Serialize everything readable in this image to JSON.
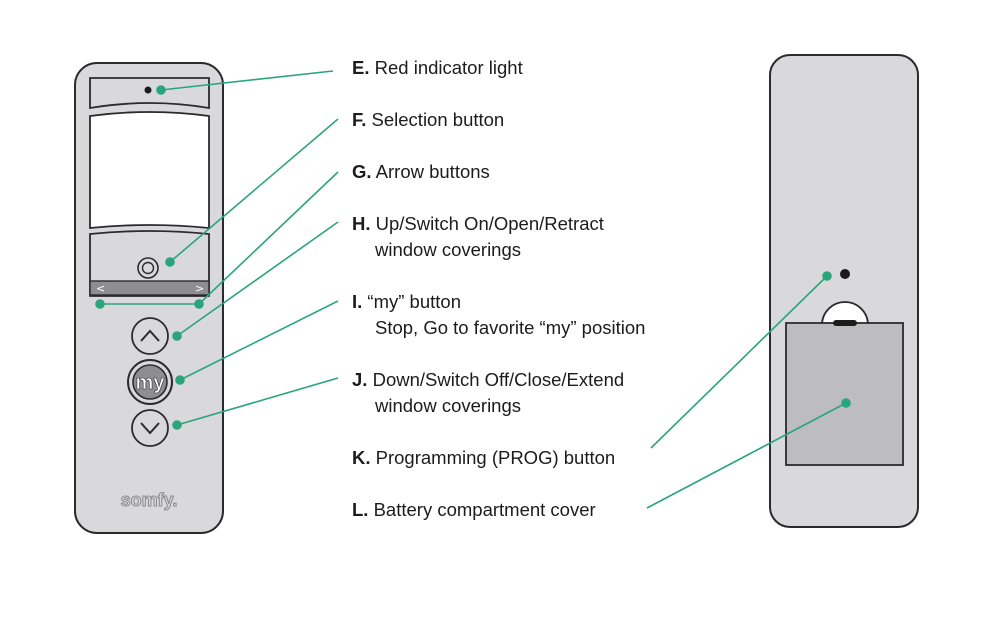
{
  "callouts": {
    "e": {
      "letter": "E.",
      "text": "Red indicator light"
    },
    "f": {
      "letter": "F.",
      "text": "Selection button"
    },
    "g": {
      "letter": "G.",
      "text": "Arrow buttons"
    },
    "h": {
      "letter": "H.",
      "text": "Up/Switch On/Open/Retract",
      "text2": "window coverings"
    },
    "i": {
      "letter": "I.",
      "text": "“my” button",
      "text2": "Stop, Go to favorite “my” position"
    },
    "j": {
      "letter": "J.",
      "text": "Down/Switch Off/Close/Extend",
      "text2": "window coverings"
    },
    "k": {
      "letter": "K.",
      "text": "Programming (PROG) button"
    },
    "l": {
      "letter": "L.",
      "text": "Battery compartment cover"
    }
  },
  "remote_front": {
    "brand": "somfy.",
    "my_label": "my",
    "left_arrow": "<",
    "right_arrow": ">"
  },
  "colors": {
    "leader_line": "#2aa57a",
    "body": "#d9d9dc",
    "outline": "#2b2b2b",
    "battery_cover": "#bdbdc0"
  }
}
